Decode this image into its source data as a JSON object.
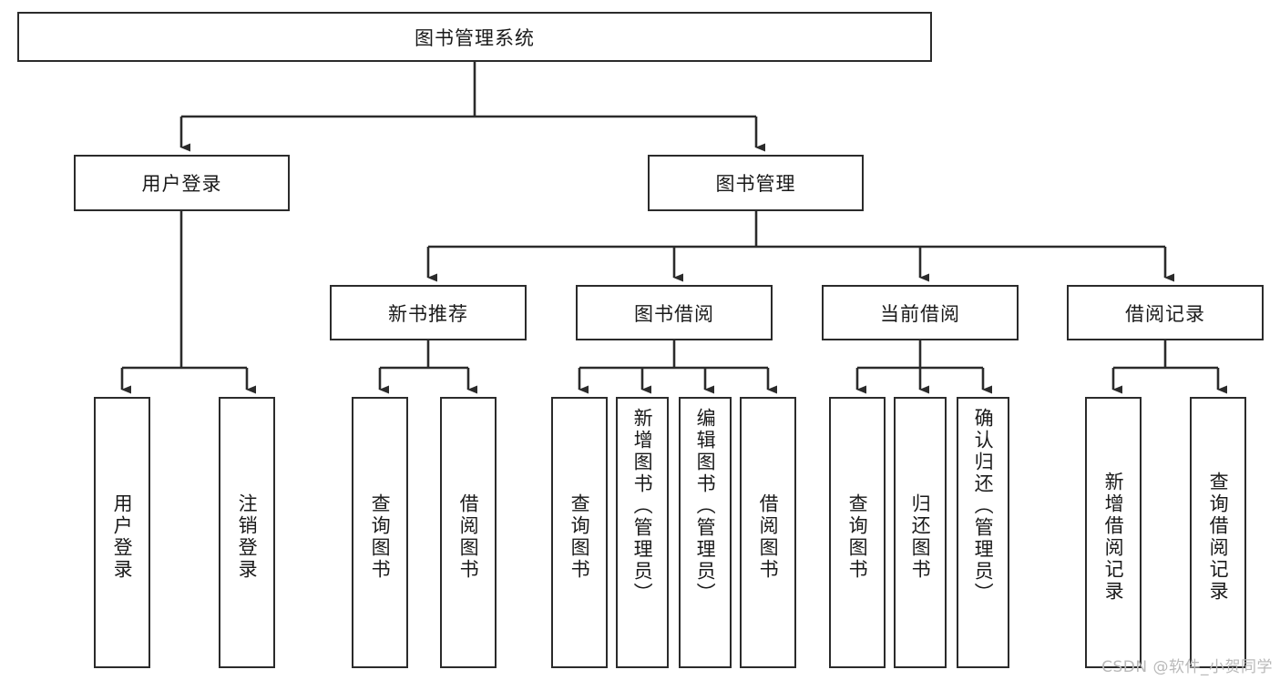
{
  "diagram": {
    "type": "hierarchy-tree",
    "title": "图书管理系统",
    "root": {
      "id": "root",
      "label": "图书管理系统",
      "orientation": "horizontal"
    },
    "level2": [
      {
        "id": "user-login",
        "label": "用户登录",
        "orientation": "horizontal"
      },
      {
        "id": "book-manage",
        "label": "图书管理",
        "orientation": "horizontal"
      }
    ],
    "level3": [
      {
        "id": "new-book-rec",
        "label": "新书推荐",
        "orientation": "horizontal",
        "parent": "book-manage"
      },
      {
        "id": "book-borrow",
        "label": "图书借阅",
        "orientation": "horizontal",
        "parent": "book-manage"
      },
      {
        "id": "current-borrow",
        "label": "当前借阅",
        "orientation": "horizontal",
        "parent": "book-manage"
      },
      {
        "id": "borrow-record",
        "label": "借阅记录",
        "orientation": "horizontal",
        "parent": "book-manage"
      }
    ],
    "leaves": [
      {
        "id": "leaf-user-login",
        "label": "用户登录",
        "parent": "user-login"
      },
      {
        "id": "leaf-user-logout",
        "label": "注销登录",
        "parent": "user-login"
      },
      {
        "id": "leaf-query-book-1",
        "label": "查询图书",
        "parent": "new-book-rec"
      },
      {
        "id": "leaf-borrow-book-1",
        "label": "借阅图书",
        "parent": "new-book-rec"
      },
      {
        "id": "leaf-query-book-2",
        "label": "查询图书",
        "parent": "book-borrow"
      },
      {
        "id": "leaf-add-book",
        "label": "新增图书（管理员）",
        "parent": "book-borrow"
      },
      {
        "id": "leaf-edit-book",
        "label": "编辑图书（管理员）",
        "parent": "book-borrow"
      },
      {
        "id": "leaf-borrow-book-2",
        "label": "借阅图书",
        "parent": "book-borrow"
      },
      {
        "id": "leaf-query-book-3",
        "label": "查询图书",
        "parent": "current-borrow"
      },
      {
        "id": "leaf-return-book",
        "label": "归还图书",
        "parent": "current-borrow"
      },
      {
        "id": "leaf-confirm-return",
        "label": "确认归还（管理员）",
        "parent": "current-borrow"
      },
      {
        "id": "leaf-add-record",
        "label": "新增借阅记录",
        "parent": "borrow-record"
      },
      {
        "id": "leaf-query-record",
        "label": "查询借阅记录",
        "parent": "borrow-record"
      }
    ],
    "colors": {
      "stroke": "#2b2b2b",
      "fill": "#ffffff",
      "text": "#1a1a1a",
      "watermark": "#b9b9b9"
    }
  },
  "watermark": {
    "text": "CSDN @软件_小贺同学"
  }
}
